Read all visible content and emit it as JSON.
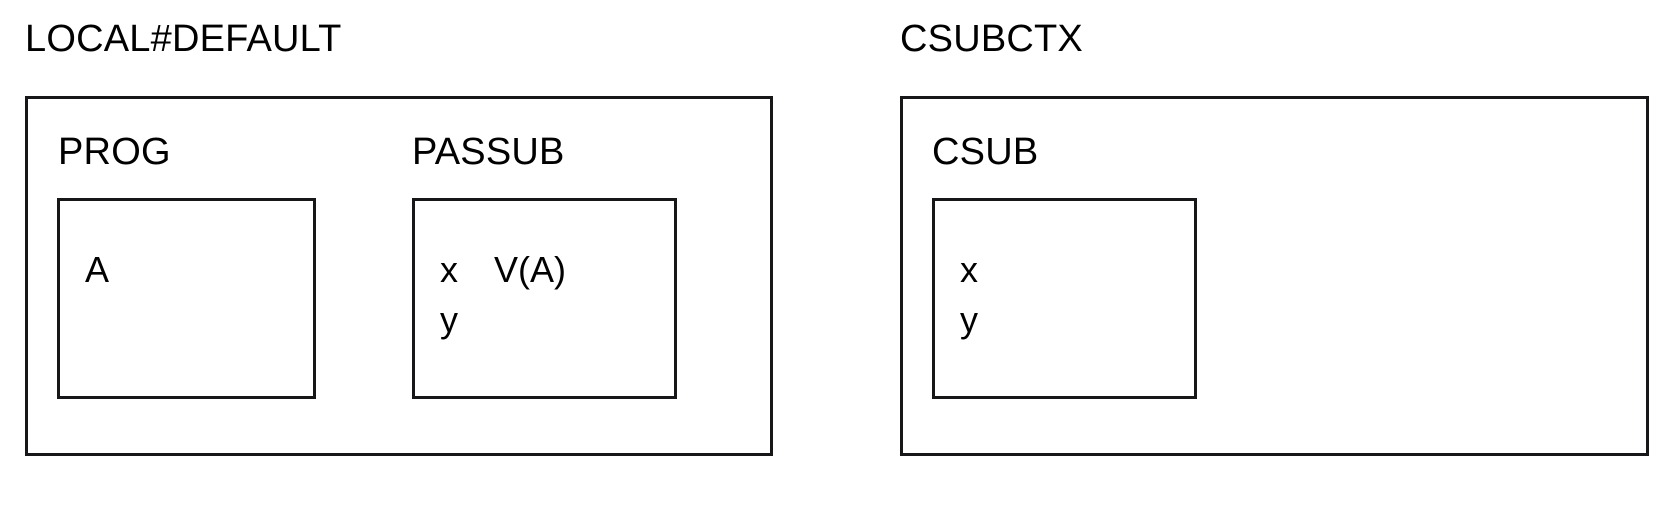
{
  "diagram": {
    "type": "scope-block-diagram",
    "background_color": "#ffffff",
    "line_color": "#17171a",
    "text_color": "#000000",
    "contexts": [
      {
        "id": "local-default",
        "title": "LOCAL#DEFAULT",
        "units": [
          {
            "id": "prog",
            "title": "PROG",
            "symbol_lines": [
              {
                "name": "A",
                "value": ""
              }
            ]
          },
          {
            "id": "passub",
            "title": "PASSUB",
            "symbol_lines": [
              {
                "name": "x",
                "value": "V(A)"
              },
              {
                "name": "y",
                "value": ""
              }
            ]
          }
        ]
      },
      {
        "id": "csubctx",
        "title": "CSUBCTX",
        "units": [
          {
            "id": "csub",
            "title": "CSUB",
            "symbol_lines": [
              {
                "name": "x",
                "value": ""
              },
              {
                "name": "y",
                "value": ""
              }
            ]
          }
        ]
      }
    ]
  }
}
